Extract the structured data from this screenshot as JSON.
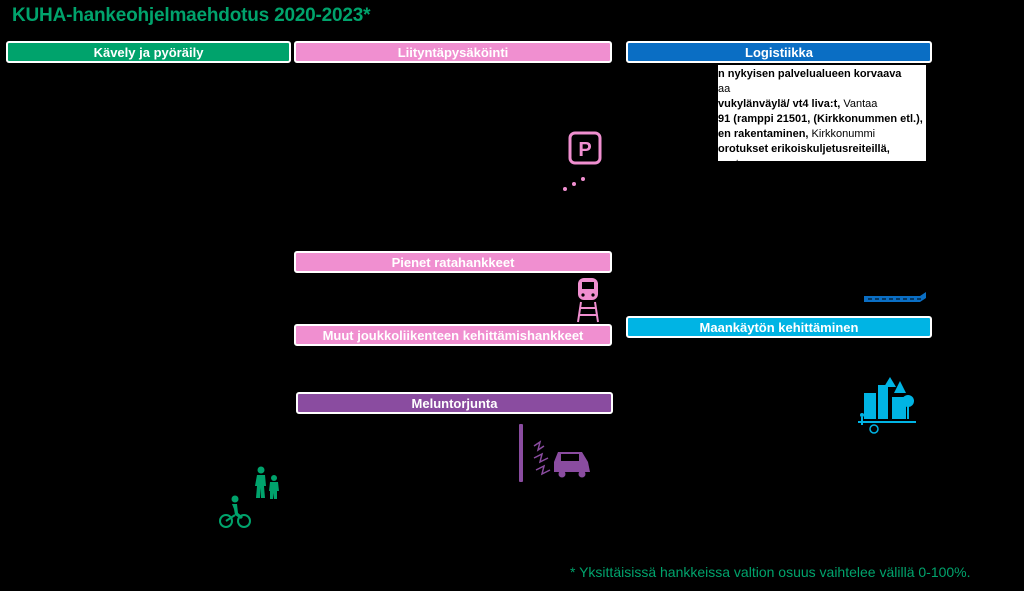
{
  "title": "KUHA-hankeohjelmaehdotus 2020-2023*",
  "headers": {
    "walking": "Kävely ja pyöräily",
    "parking": "Liityntäpysäköinti",
    "logistics": "Logistiikka",
    "rail": "Pienet ratahankkeet",
    "transit": "Muut joukkoliikenteen kehittämishankkeet",
    "landuse": "Maankäytön kehittäminen",
    "noise": "Meluntorjunta"
  },
  "logistics_note": {
    "line1": "n nykyisen palvelualueen korvaava",
    "line2": "aa",
    "line3_bold": "vukylänväylä/ vt4 liva:t,",
    "line3_rest": " Vantaa",
    "line4": "91 (ramppi 21501, (Kirkkonummen etl.),",
    "line5_bold": "en rakentaminen,",
    "line5_rest": " Kirkkonummi",
    "line6": "orotukset erikoiskuljetusreiteillä,",
    "line7": "seutu"
  },
  "footnote": "* Yksittäisissä hankkeissa valtion osuus vaihtelee välillä 0-100%.",
  "icons": {
    "parking_letter": "P"
  },
  "colors": {
    "green": "#00a36c",
    "pink": "#f08fd0",
    "blue": "#0a6ec4",
    "cyan": "#00b4e4",
    "purple": "#8a4ca0"
  }
}
